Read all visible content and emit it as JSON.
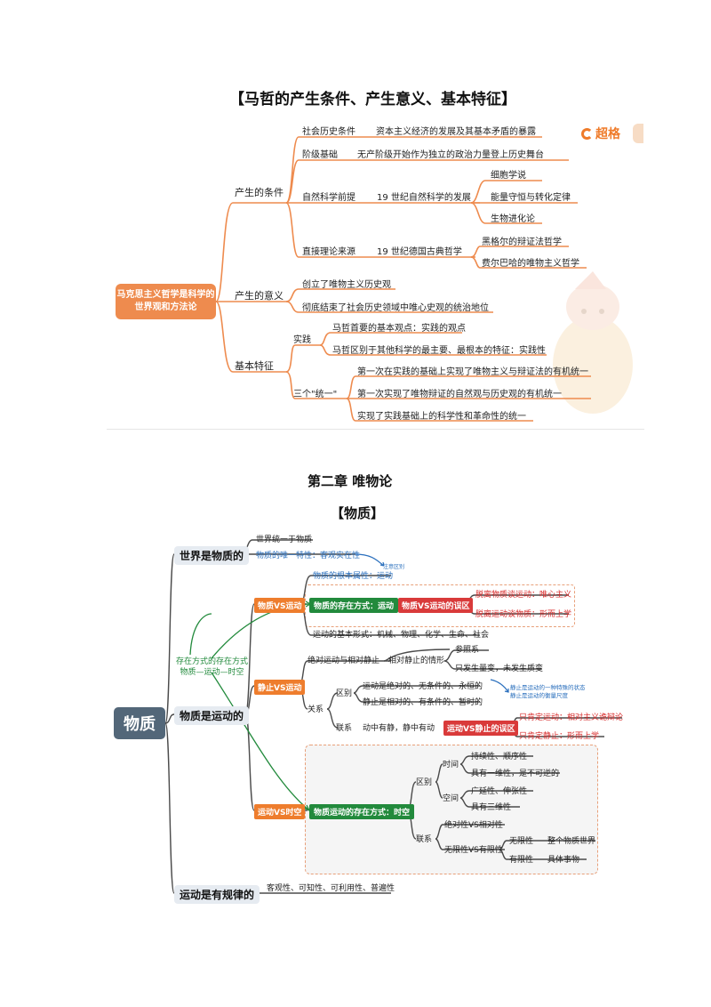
{
  "colors": {
    "orange": "#ee8b4e",
    "slate": "#536779",
    "red": "#d93a3a",
    "green": "#228a3c",
    "blue": "#2a6fbd"
  },
  "section1": {
    "title": "【马哲的产生条件、产生意义、基本特征】",
    "root": "马克思主义哲学是科学的世界观和方法论",
    "logo": "超格",
    "branches": {
      "conditions": "产生的条件",
      "significance": "产生的意义",
      "features": "基本特征"
    },
    "conditions": [
      {
        "label": "社会历史条件",
        "text": "资本主义经济的发展及其基本矛盾的暴露"
      },
      {
        "label": "阶级基础",
        "text": "无产阶级开始作为独立的政治力量登上历史舞台"
      },
      {
        "label": "自然科学前提",
        "text": "19 世纪自然科学的发展",
        "subs": [
          "细胞学说",
          "能量守恒与转化定律",
          "生物进化论"
        ]
      },
      {
        "label": "直接理论来源",
        "text": "19 世纪德国古典哲学",
        "subs": [
          "黑格尔的辩证法哲学",
          "费尔巴哈的唯物主义哲学"
        ]
      }
    ],
    "significance": [
      "创立了唯物主义历史观",
      "彻底结束了社会历史领域中唯心史观的统治地位"
    ],
    "practice": {
      "label": "实践",
      "items": [
        "马哲首要的基本观点：实践的观点",
        "马哲区别于其他科学的最主要、最根本的特征：实践性"
      ]
    },
    "unity": {
      "label": "三个\"统一\"",
      "items": [
        "第一次在实践的基础上实现了唯物主义与辩证法的有机统一",
        "第一次实现了唯物辩证的自然观与历史观的有机统一",
        "实现了实践基础上的科学性和革命性的统一"
      ]
    }
  },
  "section2": {
    "chapter": "第二章   唯物论",
    "title": "【物质】",
    "root": "物质",
    "b1": {
      "label": "世界是物质的",
      "items": [
        "世界统一于物质",
        "物质的唯一特性：客观实在性"
      ],
      "note": "注意区别",
      "attr": "物质的根本属性：运动"
    },
    "b2": {
      "label": "物质是运动的"
    },
    "b3": {
      "label": "运动是有规律的",
      "text": "客观性、可知性、可利用性、普遍性"
    },
    "side_note": {
      "line1": "存在方式的存在方式",
      "line2": "物质—运动—时空"
    },
    "mv": {
      "tag": "物质VS运动",
      "mode": "物质的存在方式：运动",
      "err": "物质VS运动的误区",
      "errs": [
        {
          "head": "脱离物质谈运动：",
          "tail": "唯心主义"
        },
        {
          "head": "脱离运动谈物质：",
          "tail": "形而上学"
        }
      ],
      "forms": "运动的基本形式：机械、物理、化学、生命、社会"
    },
    "sm": {
      "tag": "静止VS运动",
      "abs": "绝对运动与相对静止",
      "rel": "相对静止的情形",
      "rel_items": [
        "参照系",
        "只发生量变，未发生质变"
      ],
      "relation": "关系",
      "diff": "区别",
      "diff_items": [
        "运动是绝对的、无条件的、永恒的",
        "静止是相对的、有条件的、暂时的"
      ],
      "blue_note": [
        "静止是运动的一种特殊的状态",
        "静止是运动的衡量尺度"
      ],
      "link": "联系",
      "link_text": "动中有静，静中有动",
      "err": "运动VS静止的误区",
      "errs": [
        {
          "head": "只肯定运动：",
          "tail": "相对主义诡辩论"
        },
        {
          "head": "只肯定静止：",
          "tail": "形而上学"
        }
      ]
    },
    "mt": {
      "tag": "运动VS时空",
      "mode": "物质运动的存在方式：时空",
      "diff": "区别",
      "time": "时间",
      "time_items": [
        "持续性、顺序性",
        "具有一维性，是不可逆的"
      ],
      "space": "空间",
      "space_items": [
        "广延性、伸张性",
        "具有三维性"
      ],
      "link": "联系",
      "abs_rel": "绝对性VS相对性",
      "inf": "无限性VS有限性",
      "inf_items": [
        {
          "a": "无限性",
          "b": "整个物质世界"
        },
        {
          "a": "有限性",
          "b": "具体事物"
        }
      ]
    }
  }
}
